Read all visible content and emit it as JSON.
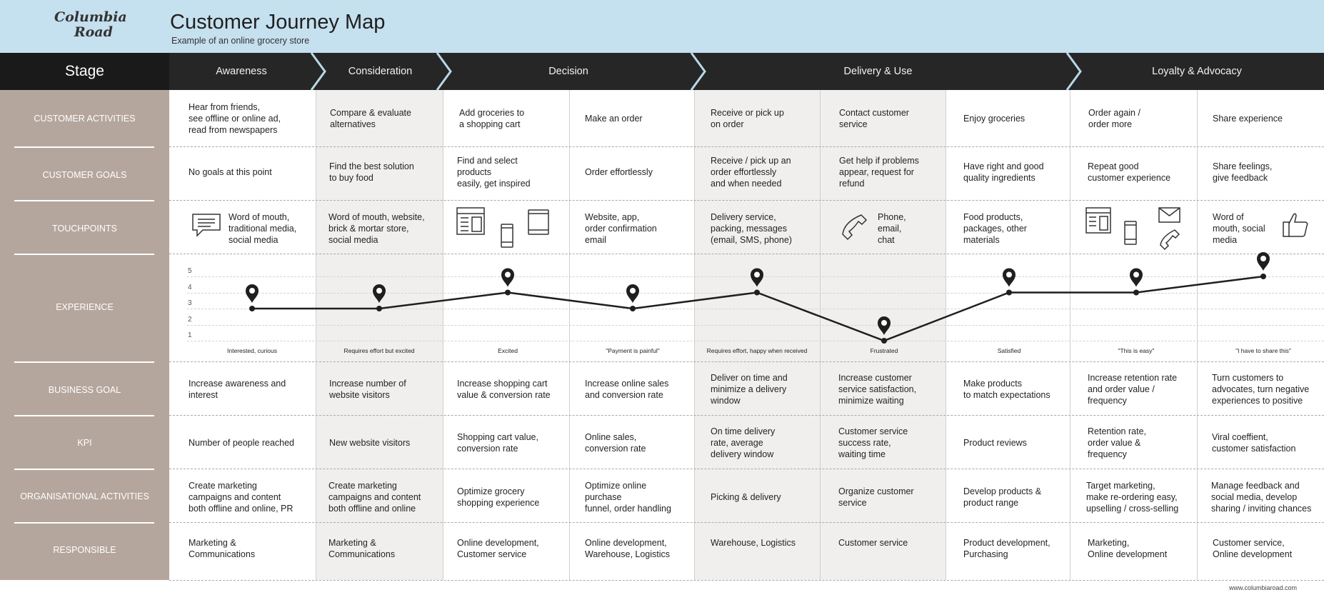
{
  "header": {
    "logo_lines": [
      "Columbia",
      "Road"
    ],
    "title": "Customer Journey Map",
    "subtitle": "Example of an online grocery store"
  },
  "stage_label": "Stage",
  "stages": [
    "Awareness",
    "Consideration",
    "Decision",
    "Delivery & Use",
    "Loyalty & Advocacy"
  ],
  "rows": [
    "Customer activities",
    "Customer goals",
    "Touchpoints",
    "Experience",
    "Business goal",
    "KPI",
    "Organisational activities",
    "Responsible"
  ],
  "activities": [
    "Hear from friends,\nsee offline or online ad,\nread from newspapers",
    "Compare & evaluate\nalternatives",
    "Add groceries to\na shopping cart",
    "Make an order",
    "Receive or pick up\non order",
    "Contact customer\nservice",
    "Enjoy groceries",
    "Order again /\norder more",
    "Share experience"
  ],
  "goals": [
    "No goals at this point",
    "Find the best solution\nto buy food",
    "Find and select\nproducts\neasily, get inspired",
    "Order effortlessly",
    "Receive / pick up an\norder effortlessly\nand when needed",
    "Get help if problems\nappear, request for\nrefund",
    "Have right and good\nquality ingredients",
    "Repeat good\ncustomer experience",
    "Share feelings,\ngive feedback"
  ],
  "touchpoints": [
    "Word of mouth,\ntraditional media,\nsocial media",
    "Word of mouth, website,\nbrick & mortar store,\nsocial media",
    "",
    "Website, app,\norder confirmation\nemail",
    "Delivery service,\npacking, messages\n(email, SMS, phone)",
    "Phone,\nemail,\nchat",
    "Food products,\npackages, other\nmaterials",
    "",
    "Word of\nmouth, social\nmedia"
  ],
  "business_goals": [
    "Increase awareness and\ninterest",
    "Increase number of\nwebsite visitors",
    "Increase shopping cart\nvalue & conversion rate",
    "Increase online sales\nand conversion rate",
    "Deliver on time and\nminimize a delivery\nwindow",
    "Increase customer\nservice satisfaction,\nminimize waiting",
    "Make products\nto match expectations",
    "Increase retention rate\nand order value /\nfrequency",
    "Turn customers to\nadvocates, turn negative\nexperiences to positive"
  ],
  "kpis": [
    "Number of people reached",
    "New website visitors",
    "Shopping cart value,\nconversion rate",
    "Online sales,\nconversion rate",
    "On time delivery\nrate, average\ndelivery window",
    "Customer service\nsuccess rate,\nwaiting time",
    "Product reviews",
    "Retention rate,\norder value &\nfrequency",
    "Viral coeffient,\ncustomer satisfaction"
  ],
  "org_activities": [
    "Create marketing\ncampaigns and content\nboth offline and online, PR",
    "Create marketing\ncampaigns and content\nboth offline and online",
    "Optimize grocery\nshopping experience",
    "Optimize online\npurchase\nfunnel, order handling",
    "Picking & delivery",
    "Organize customer\nservice",
    "Develop products &\nproduct range",
    "Target marketing,\nmake re-ordering easy,\nupselling / cross-selling",
    "Manage feedback and\nsocial media, develop\nsharing / inviting chances"
  ],
  "responsible": [
    "Marketing &\nCommunications",
    "Marketing &\nCommunications",
    "Online development,\nCustomer service",
    "Online development,\nWarehouse, Logistics",
    "Warehouse, Logistics",
    "Customer service",
    "Product development,\nPurchasing",
    "Marketing,\nOnline development",
    "Customer service,\nOnline development"
  ],
  "chart_data": {
    "type": "line",
    "title": "",
    "xlabel": "",
    "ylabel": "",
    "ylim": [
      1,
      5
    ],
    "y_ticks": [
      "1",
      "2",
      "3",
      "4",
      "5"
    ],
    "categories": [
      "Awareness: Hear from friends",
      "Consideration: Compare & evaluate",
      "Decision: Add groceries to cart",
      "Decision: Make an order",
      "Delivery & Use: Receive or pick up",
      "Delivery & Use: Contact customer service",
      "Delivery & Use: Enjoy groceries",
      "Loyalty & Advocacy: Order again",
      "Loyalty & Advocacy: Share experience"
    ],
    "values": [
      3,
      3,
      4,
      3,
      4,
      1,
      4,
      4,
      5
    ],
    "point_labels": [
      "Interested, curious",
      "Requires effort but excited",
      "Excited",
      "\"Payment is painful\"",
      "Requires effort, happy when received",
      "Frustrated",
      "Satisfied",
      "\"This is easy\"",
      "\"I have to share this\""
    ],
    "grid": true
  },
  "footer": {
    "url": "www.columbiaroad.com"
  },
  "colors": {
    "header_bg": "#c5e0ee",
    "stage_bar": "#262626",
    "left_column": "#b5a69d",
    "shaded_column": "#f1efed",
    "line": "#1f1f1f"
  },
  "icons": [
    "speech-bubble-icon",
    "browser-window-icon",
    "smartphone-icon",
    "tablet-icon",
    "telephone-icon",
    "envelope-icon",
    "thumbs-up-icon",
    "map-pin-icon"
  ]
}
